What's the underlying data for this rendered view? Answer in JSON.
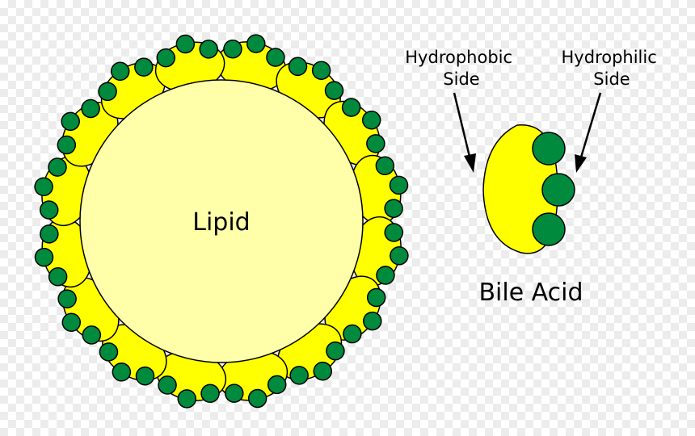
{
  "micelle": {
    "core_label": "Lipid",
    "bile_acid_count": 16
  },
  "bile_acid": {
    "label": "Bile Acid",
    "hydrophobic_label": [
      "Hydrophobic",
      "Side"
    ],
    "hydrophilic_label": [
      "Hydrophilic",
      "Side"
    ]
  },
  "colors": {
    "lipid_fill": "#ffffaa",
    "bile_yellow": "#ffff00",
    "hydrophilic_green": "#008a3e",
    "outline": "#000000"
  }
}
